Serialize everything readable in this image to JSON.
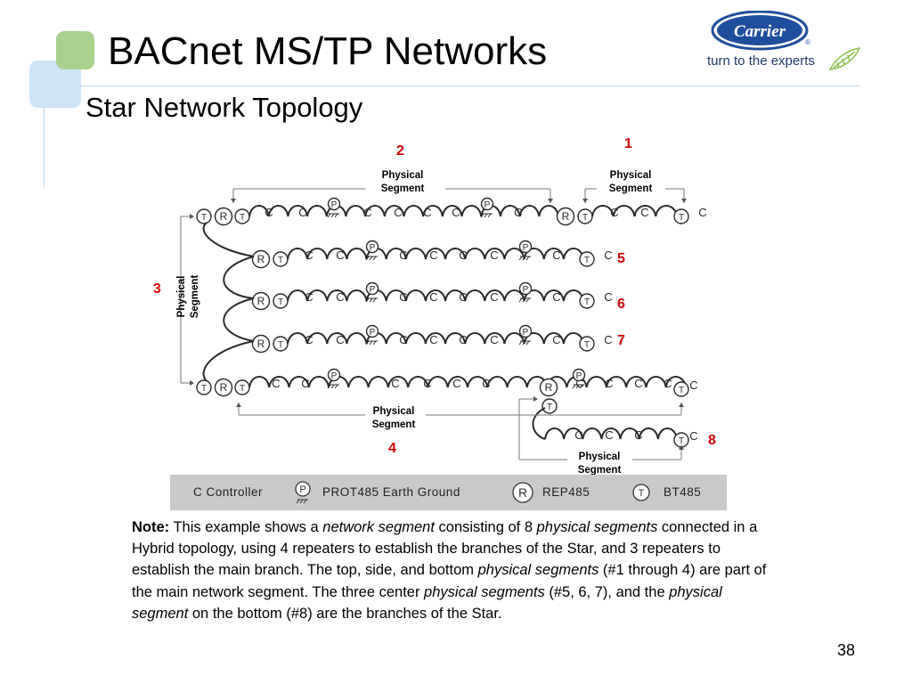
{
  "header": {
    "title": "BACnet MS/TP Networks",
    "subtitle": "Star Network Topology"
  },
  "logo": {
    "brand": "Carrier",
    "registered": "®",
    "tagline": "turn to the experts"
  },
  "diagram": {
    "segment_label_line1": "Physical",
    "segment_label_line2": "Segment",
    "segment_numbers": [
      "1",
      "2",
      "3",
      "4",
      "5",
      "6",
      "7",
      "8"
    ],
    "device_letters": {
      "terminator": "T",
      "repeater": "R",
      "ground": "P",
      "controller": "C"
    }
  },
  "legend": {
    "controller": "C Controller",
    "ground": "PROT485 Earth Ground",
    "repeater": "REP485",
    "terminator": "BT485",
    "ground_symbol": "P",
    "repeater_symbol": "R",
    "terminator_symbol": "T"
  },
  "note": {
    "label": "Note:",
    "t1": " This example shows a ",
    "i1": "network segment",
    "t2": " consisting of 8 ",
    "i2": "physical segments",
    "t3": " connected in a Hybrid topology, using  4 repeaters to establish the branches of the Star, and 3 repeaters to establish the main branch. The top, side, and bottom ",
    "i3": "physical segments",
    "t4": " (#1 through 4) are part of the main network segment. The three center ",
    "i4": "physical segments",
    "t5": " (#5, 6, 7), and the ",
    "i5": "physical segment",
    "t6": " on the bottom (#8) are the branches of the Star."
  },
  "page_number": "38",
  "colors": {
    "accent_green": "#a9d18e",
    "accent_blue": "#cfe4f7",
    "segment_number_red": "#d00000",
    "carrier_blue": "#1f4e9c"
  }
}
